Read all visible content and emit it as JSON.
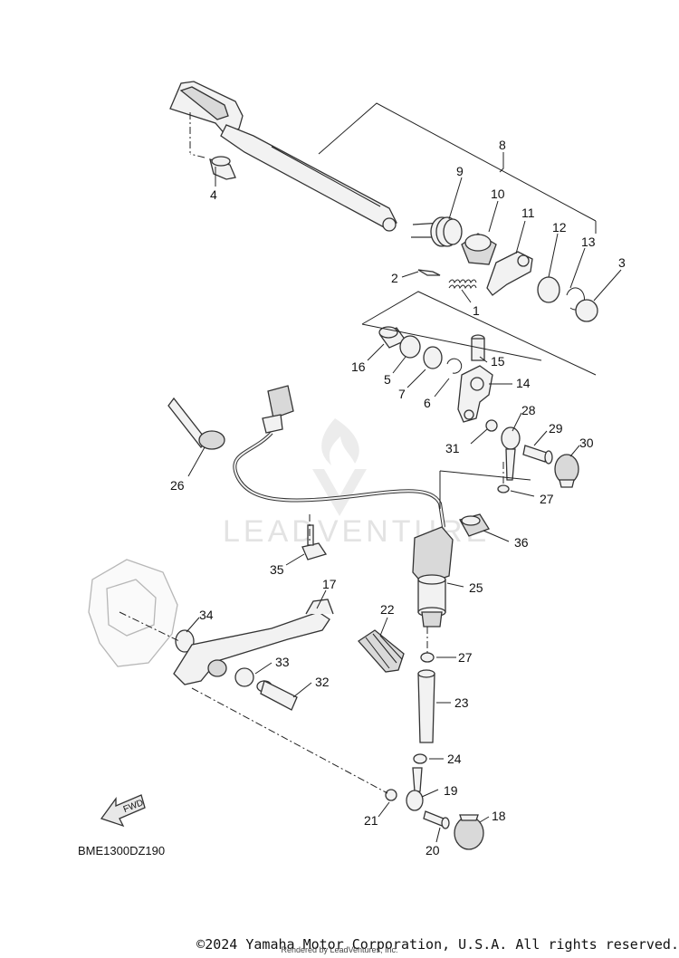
{
  "diagram": {
    "code": "BME1300DZ190",
    "fwd_label": "FWD",
    "watermark": "LEADVENTURE",
    "copyright": "©2024 Yamaha Motor Corporation, U.S.A. All rights reserved.",
    "rendered_by": "Rendered by LeadVentures, Inc.",
    "callouts": {
      "p1": "1",
      "p2": "2",
      "p3": "3",
      "p4": "4",
      "p5": "5",
      "p6": "6",
      "p7": "7",
      "p8": "8",
      "p9": "9",
      "p10": "10",
      "p11": "11",
      "p12": "12",
      "p13": "13",
      "p14": "14",
      "p15": "15",
      "p16": "16",
      "p17": "17",
      "p18": "18",
      "p19": "19",
      "p20": "20",
      "p21": "21",
      "p22": "22",
      "p23": "23",
      "p24": "24",
      "p25": "25",
      "p26": "26",
      "p27a": "27",
      "p27b": "27",
      "p28": "28",
      "p29": "29",
      "p30": "30",
      "p31": "31",
      "p32": "32",
      "p33": "33",
      "p34": "34",
      "p35": "35",
      "p36": "36"
    }
  }
}
